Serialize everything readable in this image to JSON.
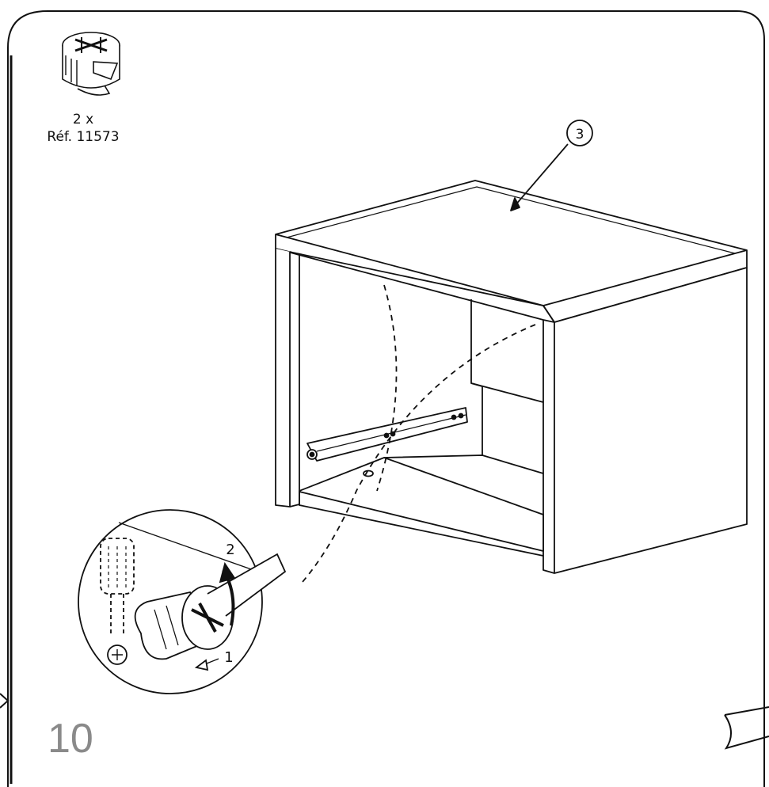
{
  "hardware": {
    "quantity": "2 x",
    "reference": "Réf. 11573",
    "icon": "cam-lock-fitting-icon"
  },
  "callouts": {
    "top_panel": "3",
    "rotate_step": "2",
    "push_step": "1"
  },
  "step_number": "10",
  "colors": {
    "line": "#111111",
    "step_number": "#8a8a8a",
    "background": "#ffffff"
  }
}
